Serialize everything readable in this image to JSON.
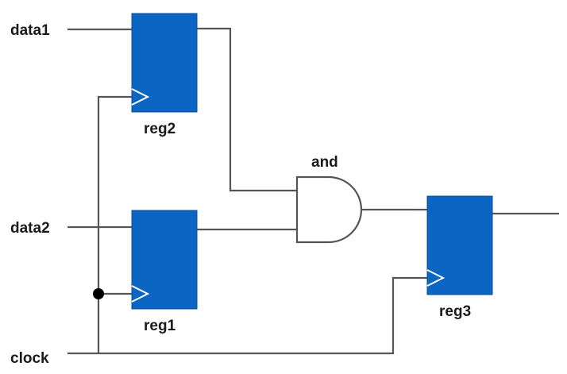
{
  "inputs": {
    "data1": "data1",
    "data2": "data2",
    "clock": "clock"
  },
  "registers": {
    "reg2": "reg2",
    "reg1": "reg1",
    "reg3": "reg3"
  },
  "gates": {
    "and": "and"
  },
  "colors": {
    "register_fill": "#0a66c2",
    "wire": "#555555",
    "clock_marker": "#ffffff",
    "junction": "#000000"
  }
}
